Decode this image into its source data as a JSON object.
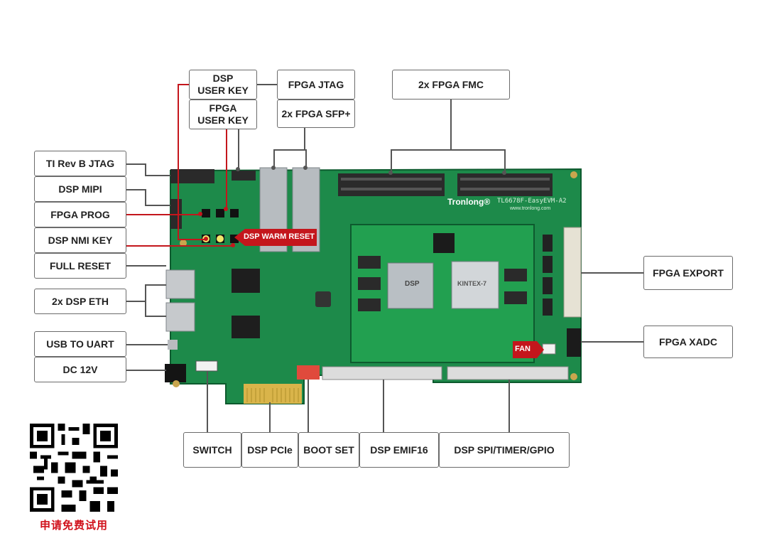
{
  "colors": {
    "pcb_green": "#1d8a4a",
    "pcb_dark": "#0d5a2e",
    "callout_red": "#c4161c",
    "line_gray": "#555555"
  },
  "board": {
    "brand": "Tronlong®",
    "model": "TL6678F-EasyEVM-A2",
    "url": "www.tronlong.com",
    "dsp_chip": "DSP",
    "fpga_chip": "KINTEX-7"
  },
  "labels": {
    "dsp_user_key": "DSP\nUSER KEY",
    "fpga_user_key": "FPGA\nUSER KEY",
    "fpga_jtag": "FPGA JTAG",
    "fpga_sfp": "2x FPGA SFP+",
    "fpga_fmc": "2x FPGA FMC",
    "ti_jtag": "TI Rev B JTAG",
    "dsp_mipi": "DSP MIPI",
    "fpga_prog": "FPGA PROG",
    "dsp_nmi_key": "DSP NMI KEY",
    "full_reset": "FULL RESET",
    "dsp_eth": "2x DSP ETH",
    "usb_uart": "USB TO UART",
    "dc_12v": "DC 12V",
    "fpga_export": "FPGA EXPORT",
    "fpga_xadc": "FPGA XADC",
    "switch": "SWITCH",
    "dsp_pcie": "DSP PCIe",
    "boot_set": "BOOT SET",
    "dsp_emif16": "DSP EMIF16",
    "dsp_spi": "DSP SPI/TIMER/GPIO",
    "dsp_warm_reset": "DSP WARM RESET",
    "fan": "FAN"
  },
  "qr": {
    "caption": "申请免费试用",
    "icon": "qr-code-icon"
  }
}
